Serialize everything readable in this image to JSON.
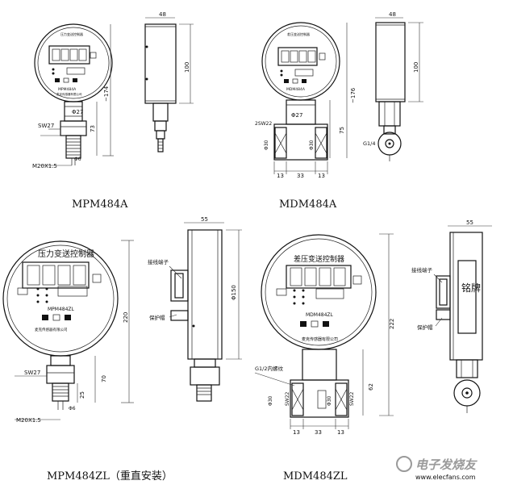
{
  "captions": {
    "mpm484a": "MPM484A",
    "mdm484a": "MDM484A",
    "mpm484zl": "MPM484ZL（重直安装）",
    "mdm484zl": "MDM484ZL"
  },
  "watermark": "电子发烧友",
  "watermark_url": "www.elecfans.com",
  "mpm484a": {
    "width_dim": "48",
    "height_dim": "100",
    "total_dim": "~174",
    "phi": "Φ27",
    "sw": "SW27",
    "len": "73",
    "thread": "M20X1.5",
    "sub": "Φ6",
    "face_model": "MPM484A",
    "face_brand": "压力变送控制器",
    "face_company": "麦克传感器有限公司"
  },
  "mdm484a": {
    "width_dim": "48",
    "height_dim": "100",
    "total_dim": "~176",
    "phi": "Φ27",
    "sw": "2SW22",
    "len": "75",
    "d_left": "Φ30",
    "d_mid": "Φ30",
    "b1": "13",
    "b2": "33",
    "b3": "13",
    "g": "G1/4",
    "face_model": "MDM484A",
    "face_brand": "差压变送控制器"
  },
  "mpm484zl": {
    "title": "压力变送控制器",
    "model": "MPM484ZL",
    "width_dim": "55",
    "height_dim": "Φ150",
    "total_dim": "220",
    "sw": "SW27",
    "len": "70",
    "len2": "25",
    "thread": "M20X1.5",
    "sub": "Φ6",
    "label_terminal": "接线端子",
    "label_cap": "保护帽",
    "face_bottom": "麦克传感器有限公司"
  },
  "mdm484zl": {
    "title": "差压变送控制器",
    "model": "MDM484ZL",
    "width_dim": "55",
    "total_dim": "222",
    "g": "G1/2内螺纹",
    "len": "62",
    "d_left": "Φ30",
    "d_mid": "Φ30",
    "sw_left": "SW22",
    "sw_right": "SW22",
    "b1": "13",
    "b2": "33",
    "b3": "13",
    "label_terminal": "接线端子",
    "label_cap": "保护帽",
    "plate": "铭牌",
    "face_bottom": "麦克传感器有限公司"
  }
}
